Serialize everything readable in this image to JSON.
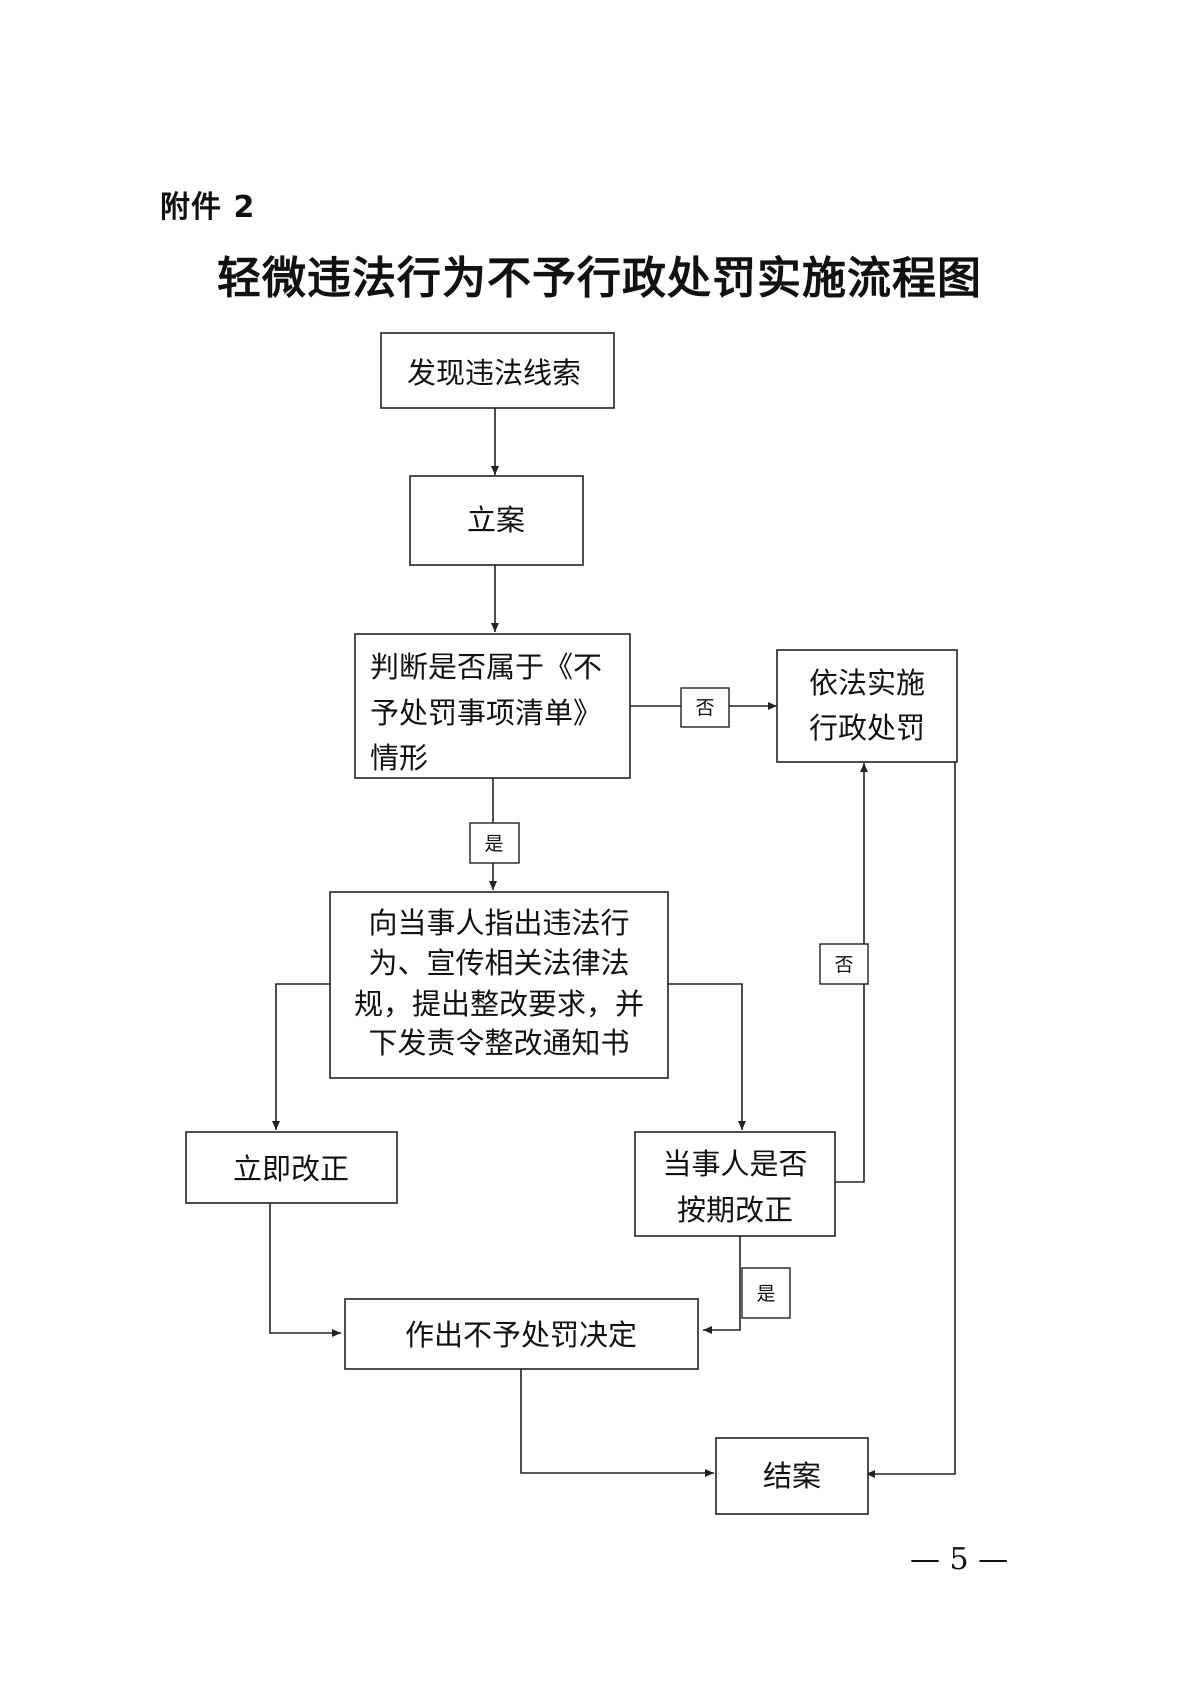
{
  "header": {
    "attachment_label": "附件 2",
    "title": "轻微违法行为不予行政处罚实施流程图"
  },
  "flowchart": {
    "nodes": {
      "discover": [
        "发现违法线索"
      ],
      "register": [
        "立案"
      ],
      "judge": [
        "判断是否属于《不",
        "予处罚事项清单》",
        "情形"
      ],
      "punish": [
        "依法实施",
        "行政处罚"
      ],
      "notify": [
        "向当事人指出违法行",
        "为、宣传相关法律法",
        "规，提出整改要求，并",
        "下发责令整改通知书"
      ],
      "immediate": [
        "立即改正"
      ],
      "ontime": [
        "当事人是否",
        "按期改正"
      ],
      "decision": [
        "作出不予处罚决定"
      ],
      "close": [
        "结案"
      ]
    },
    "edge_labels": {
      "judge_no": "否",
      "judge_yes": "是",
      "ontime_no": "否",
      "ontime_yes": "是"
    }
  },
  "footer": {
    "page_number": "— 5 —"
  }
}
